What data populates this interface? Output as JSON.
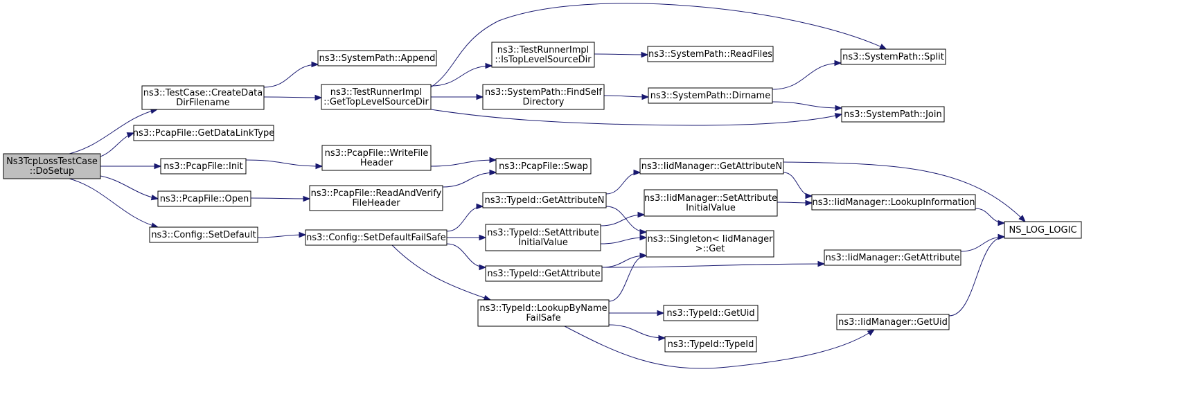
{
  "graph": {
    "colors": {
      "edge": "#191970",
      "node_fill": "#ffffff",
      "root_fill": "#bfbfbf",
      "border": "#000000"
    },
    "nodes": [
      {
        "id": "root",
        "lines": [
          "Ns3TcpLossTestCase",
          "::DoSetup"
        ],
        "root": true
      },
      {
        "id": "createData",
        "lines": [
          "ns3::TestCase::CreateData",
          "DirFilename"
        ]
      },
      {
        "id": "getDLT",
        "lines": [
          "ns3::PcapFile::GetDataLinkType"
        ]
      },
      {
        "id": "init",
        "lines": [
          "ns3::PcapFile::Init"
        ]
      },
      {
        "id": "open",
        "lines": [
          "ns3::PcapFile::Open"
        ]
      },
      {
        "id": "setDefault",
        "lines": [
          "ns3::Config::SetDefault"
        ]
      },
      {
        "id": "append",
        "lines": [
          "ns3::SystemPath::Append"
        ]
      },
      {
        "id": "getTop",
        "lines": [
          "ns3::TestRunnerImpl",
          "::GetTopLevelSourceDir"
        ]
      },
      {
        "id": "isTop",
        "lines": [
          "ns3::TestRunnerImpl",
          "::IsTopLevelSourceDir"
        ]
      },
      {
        "id": "findSelf",
        "lines": [
          "ns3::SystemPath::FindSelf",
          "Directory"
        ]
      },
      {
        "id": "readFiles",
        "lines": [
          "ns3::SystemPath::ReadFiles"
        ]
      },
      {
        "id": "dirname",
        "lines": [
          "ns3::SystemPath::Dirname"
        ]
      },
      {
        "id": "split",
        "lines": [
          "ns3::SystemPath::Split"
        ]
      },
      {
        "id": "join",
        "lines": [
          "ns3::SystemPath::Join"
        ]
      },
      {
        "id": "writeFH",
        "lines": [
          "ns3::PcapFile::WriteFile",
          "Header"
        ]
      },
      {
        "id": "readAV",
        "lines": [
          "ns3::PcapFile::ReadAndVerify",
          "FileHeader"
        ]
      },
      {
        "id": "swap",
        "lines": [
          "ns3::PcapFile::Swap"
        ]
      },
      {
        "id": "setDFS",
        "lines": [
          "ns3::Config::SetDefaultFailSafe"
        ]
      },
      {
        "id": "tGetAttrN",
        "lines": [
          "ns3::TypeId::GetAttributeN"
        ]
      },
      {
        "id": "tSetAttrIV",
        "lines": [
          "ns3::TypeId::SetAttribute",
          "InitialValue"
        ]
      },
      {
        "id": "tGetAttr",
        "lines": [
          "ns3::TypeId::GetAttribute"
        ]
      },
      {
        "id": "lookupByName",
        "lines": [
          "ns3::TypeId::LookupByName",
          "FailSafe"
        ]
      },
      {
        "id": "iGetAttrN",
        "lines": [
          "ns3::IidManager::GetAttributeN"
        ]
      },
      {
        "id": "iSetAttrIV",
        "lines": [
          "ns3::IidManager::SetAttribute",
          "InitialValue"
        ]
      },
      {
        "id": "singleton",
        "lines": [
          "ns3::Singleton< IidManager",
          ">::Get"
        ]
      },
      {
        "id": "tGetUid",
        "lines": [
          "ns3::TypeId::GetUid"
        ]
      },
      {
        "id": "tTypeId",
        "lines": [
          "ns3::TypeId::TypeId"
        ]
      },
      {
        "id": "lookupInfo",
        "lines": [
          "ns3::IidManager::LookupInformation"
        ]
      },
      {
        "id": "iGetAttr",
        "lines": [
          "ns3::IidManager::GetAttribute"
        ]
      },
      {
        "id": "iGetUid",
        "lines": [
          "ns3::IidManager::GetUid"
        ]
      },
      {
        "id": "nsLog",
        "lines": [
          "NS_LOG_LOGIC"
        ]
      }
    ],
    "edges": [
      [
        "root",
        "createData"
      ],
      [
        "root",
        "getDLT"
      ],
      [
        "root",
        "init"
      ],
      [
        "root",
        "open"
      ],
      [
        "root",
        "setDefault"
      ],
      [
        "createData",
        "append"
      ],
      [
        "createData",
        "getTop"
      ],
      [
        "getTop",
        "split"
      ],
      [
        "getTop",
        "isTop"
      ],
      [
        "getTop",
        "findSelf"
      ],
      [
        "getTop",
        "join"
      ],
      [
        "isTop",
        "readFiles"
      ],
      [
        "findSelf",
        "dirname"
      ],
      [
        "dirname",
        "split"
      ],
      [
        "dirname",
        "join"
      ],
      [
        "init",
        "writeFH"
      ],
      [
        "writeFH",
        "swap"
      ],
      [
        "open",
        "readAV"
      ],
      [
        "readAV",
        "swap"
      ],
      [
        "setDefault",
        "setDFS"
      ],
      [
        "setDFS",
        "tGetAttrN"
      ],
      [
        "setDFS",
        "tSetAttrIV"
      ],
      [
        "setDFS",
        "tGetAttr"
      ],
      [
        "setDFS",
        "lookupByName"
      ],
      [
        "tGetAttrN",
        "iGetAttrN"
      ],
      [
        "tGetAttrN",
        "singleton"
      ],
      [
        "tSetAttrIV",
        "iSetAttrIV"
      ],
      [
        "tSetAttrIV",
        "singleton"
      ],
      [
        "tGetAttr",
        "singleton"
      ],
      [
        "tGetAttr",
        "iGetAttr"
      ],
      [
        "lookupByName",
        "singleton"
      ],
      [
        "lookupByName",
        "tGetUid"
      ],
      [
        "lookupByName",
        "tTypeId"
      ],
      [
        "lookupByName",
        "iGetUid"
      ],
      [
        "iGetAttrN",
        "nsLog"
      ],
      [
        "iGetAttrN",
        "lookupInfo"
      ],
      [
        "iSetAttrIV",
        "lookupInfo"
      ],
      [
        "lookupInfo",
        "nsLog"
      ],
      [
        "iGetAttr",
        "nsLog"
      ],
      [
        "iGetUid",
        "nsLog"
      ]
    ]
  }
}
